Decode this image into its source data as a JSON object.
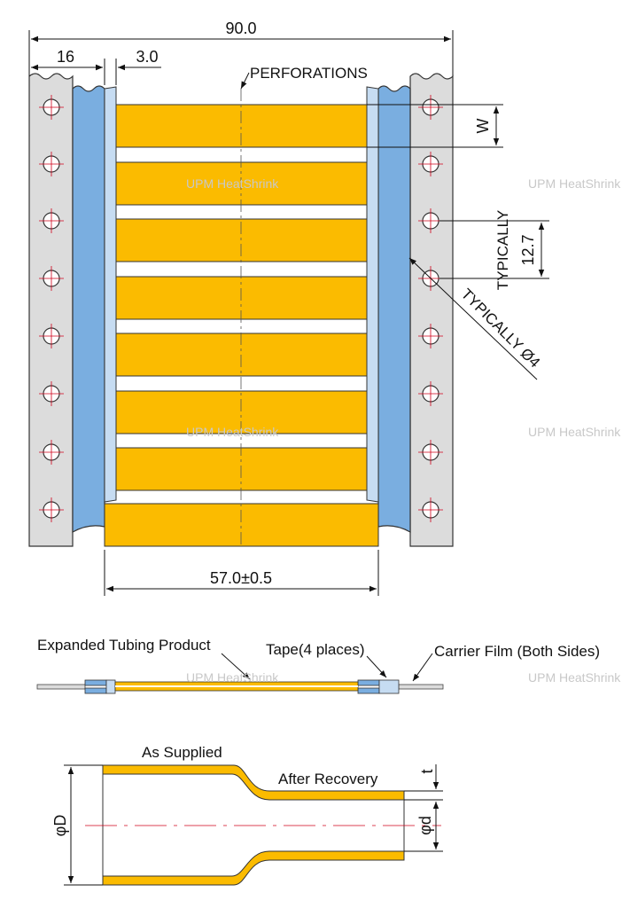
{
  "top_view": {
    "overall_width": "90.0",
    "left_margin": "16",
    "gap": "3.0",
    "perforations": "PERFORATIONS",
    "w_label": "W",
    "typ_label_1": "TYPICALLY",
    "pitch": "12.7",
    "typ_label_2": "TYPICALLY Ø4",
    "length": "57.0±0.5"
  },
  "side_view": {
    "product": "Expanded Tubing Product",
    "tape": "Tape(4 places)",
    "carrier": "Carrier Film (Both Sides)"
  },
  "recovery_view": {
    "supplied": "As Supplied",
    "after": "After Recovery",
    "big_d": "φD",
    "small_d": "φd",
    "t": "t"
  },
  "watermark": "UPM HeatShrink",
  "colors": {
    "tube": "#fbbb00",
    "tape": "#7aaee0",
    "film": "#dcdcdc",
    "center": "#d0021b"
  }
}
